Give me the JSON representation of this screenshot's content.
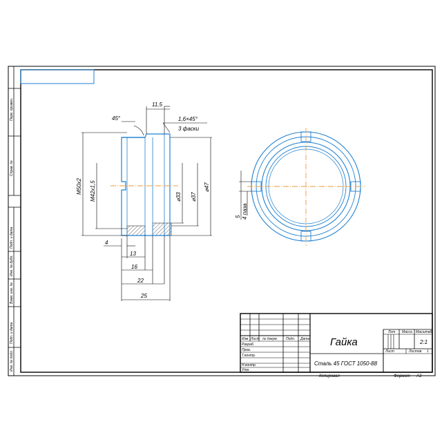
{
  "title_block": {
    "part_name": "Гайка",
    "material": "Сталь 45 ГОСТ 1050-88",
    "header_lit": "Лит",
    "header_massa": "Масса",
    "header_masshtab": "Масштаб",
    "scale_value": "2:1",
    "list_label": "Лист",
    "listov_label": "Листов",
    "listov_value": "1",
    "row_izm": "Изм",
    "row_list": "Лист",
    "row_ndokum": "№ докум.",
    "row_podp": "Подп.",
    "row_data": "Дата",
    "razrab": "Разраб.",
    "prov": "Пров.",
    "tkontr": "Т.контр.",
    "nkontr": "Н.контр.",
    "utv": "Утв.",
    "kopiroval": "Копировал",
    "format_label": "Формат",
    "format_value": "A3"
  },
  "side_strip": {
    "perv_primen": "Перв. примен.",
    "sprav_n": "Справ. №",
    "podp_data_1": "Подп. и дата",
    "inv_dubl": "Инв. № дубл.",
    "vzam_inv": "Взам. инв. №",
    "podp_data_2": "Подп. и дата",
    "inv_podl": "Инв. № подл."
  },
  "dimensions": {
    "d115": "11,5",
    "chamfer": "1,6×45°",
    "chamfer_note": "3 фаски",
    "angle45": "45°",
    "m50": "M50x2",
    "m42": "M42x1,5",
    "d33": "⌀33",
    "d37": "⌀37",
    "d47": "⌀47",
    "d4": "4",
    "d13": "13",
    "d16": "16",
    "d22": "22",
    "d25": "25",
    "slot_w": "5",
    "slot_note": "4 паза"
  }
}
